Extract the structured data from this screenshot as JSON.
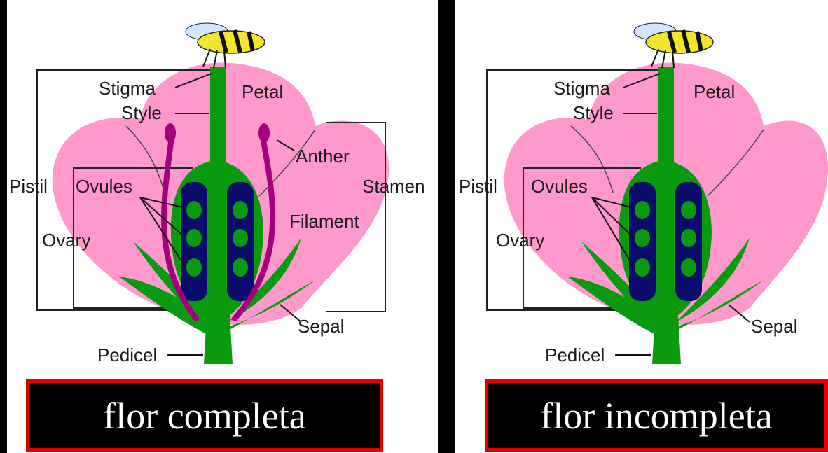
{
  "colors": {
    "background": "#000000",
    "petal": "#ff99cc",
    "pistil": "#0a9a10",
    "ovary_inner": "#0b0b6b",
    "stamen": "#a4007e",
    "caption_border": "#e00000"
  },
  "diagrams": [
    {
      "id": "complete",
      "caption": "flor completa",
      "labels": {
        "stigma": "Stigma",
        "style": "Style",
        "petal": "Petal",
        "anther": "Anther",
        "pistil": "Pistil",
        "ovules": "Ovules",
        "stamen": "Stamen",
        "filament": "Filament",
        "ovary": "Ovary",
        "sepal": "Sepal",
        "pedicel": "Pedicel"
      }
    },
    {
      "id": "incomplete",
      "caption": "flor incompleta",
      "labels": {
        "stigma": "Stigma",
        "style": "Style",
        "petal": "Petal",
        "pistil": "Pistil",
        "ovules": "Ovules",
        "ovary": "Ovary",
        "sepal": "Sepal",
        "pedicel": "Pedicel"
      }
    }
  ]
}
